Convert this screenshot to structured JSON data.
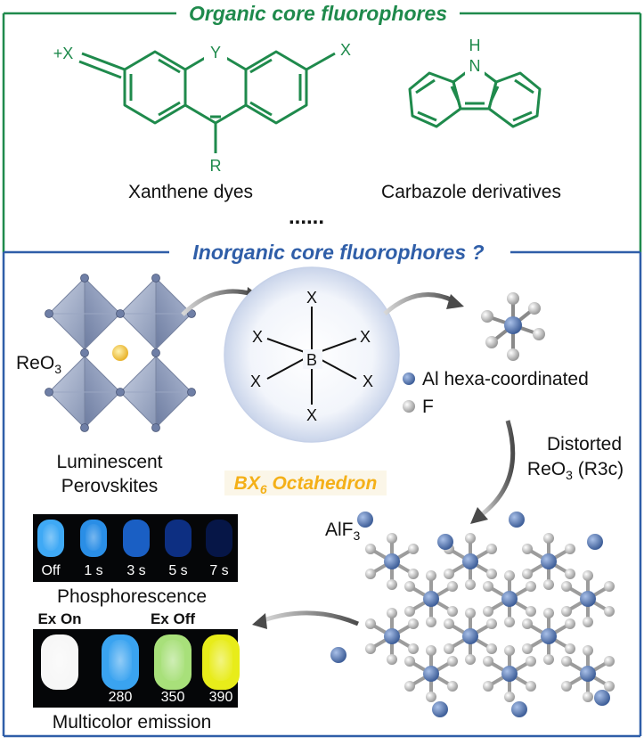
{
  "organic": {
    "title": "Organic core fluorophores",
    "xanthene_label": "Xanthene dyes",
    "carbazole_label": "Carbazole derivatives",
    "ellipsis": "......",
    "atoms": {
      "x_plus": "+X",
      "x_right": "X",
      "y": "Y",
      "r": "R",
      "nh_h": "H",
      "nh_n": "N"
    }
  },
  "inorganic": {
    "title": "Inorganic core fluorophores ?",
    "reo3": "ReO",
    "reo3_sub": "3",
    "perov_line1": "Luminescent",
    "perov_line2": "Perovskites",
    "octa_center": "B",
    "octa_x": "X",
    "bx6_main": "BX",
    "bx6_sub": "6",
    "bx6_rest": " Octahedron",
    "legend_al": "Al hexa-coordinated",
    "legend_f": "F",
    "distorted_line1": "Distorted",
    "distorted_line2_pre": "ReO",
    "distorted_line2_sub": "3",
    "distorted_line2_post": " (R3c)",
    "alf3_pre": "AlF",
    "alf3_sub": "3",
    "phos_times": [
      "Off",
      "1 s",
      "3 s",
      "5 s",
      "7 s"
    ],
    "phos_label": "Phosphorescence",
    "ex_on": "Ex On",
    "ex_off": "Ex Off",
    "multi_wavelengths": [
      "280",
      "350",
      "390"
    ],
    "multi_label": "Multicolor emission"
  },
  "colors": {
    "green": "#1f8a4c",
    "blue": "#2f5ea8",
    "gold": "#f4b018",
    "al_atom": "#5f7fb8",
    "f_atom": "#d9d9d9"
  }
}
